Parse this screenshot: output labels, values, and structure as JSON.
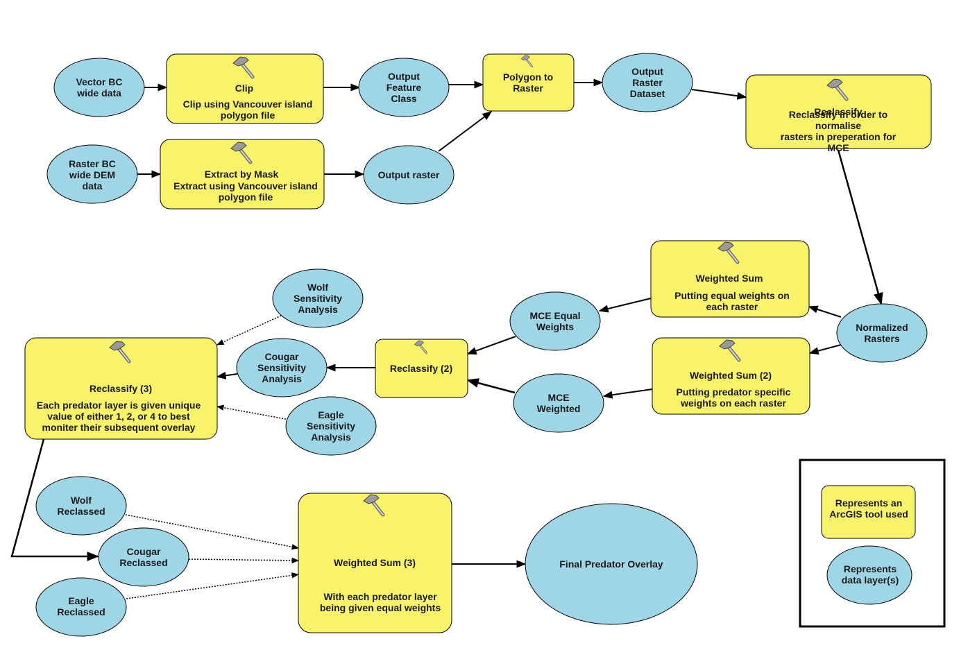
{
  "colors": {
    "tool_fill": "#f9f36a",
    "data_fill": "#9fd6e6",
    "stroke": "#000000"
  },
  "tool_icon": "hammer-icon",
  "data_nodes": {
    "vector_bc": "Vector BC\nwide data",
    "raster_bc": "Raster BC\nwide DEM\ndata",
    "output_feature_class": "Output\nFeature\nClass",
    "output_raster": "Output raster",
    "output_raster_dataset": "Output\nRaster\nDataset",
    "normalized_rasters": "Normalized\nRasters",
    "mce_equal_weights": "MCE Equal\nWeights",
    "mce_weighted": "MCE\nWeighted",
    "wolf_sensitivity": "Wolf\nSensitivity\nAnalysis",
    "cougar_sensitivity": "Cougar\nSensitivity\nAnalysis",
    "eagle_sensitivity": "Eagle\nSensitivity\nAnalysis",
    "wolf_reclassed": "Wolf\nReclassed",
    "cougar_reclassed": "Cougar\nReclassed",
    "eagle_reclassed": "Eagle\nReclassed",
    "final_overlay": "Final Predator Overlay"
  },
  "tool_nodes": {
    "clip": {
      "title": "Clip",
      "desc": "Clip using Vancouver island\npolygon file"
    },
    "extract_by_mask": {
      "title": "Extract by Mask",
      "desc": "Extract using Vancouver island\npolygon file"
    },
    "polygon_to_raster": {
      "title": "Polygon to\nRaster",
      "desc": ""
    },
    "reclassify": {
      "title": "Reclassify",
      "desc": "Reclassify in order to normalise\nrasters in preperation for MCE"
    },
    "weighted_sum": {
      "title": "Weighted Sum",
      "desc": "Putting equal weights on\neach raster"
    },
    "weighted_sum_2": {
      "title": "Weighted Sum (2)",
      "desc": "Putting predator specific\nweights on each raster"
    },
    "reclassify_2": {
      "title": "Reclassify (2)",
      "desc": ""
    },
    "reclassify_3": {
      "title": "Reclassify (3)",
      "desc": "Each predator layer is given unique\nvalue of either 1, 2, or 4 to best\nmoniter their subsequent overlay"
    },
    "weighted_sum_3": {
      "title": "Weighted Sum (3)",
      "desc": "With each predator layer\nbeing given equal weights"
    }
  },
  "legend": {
    "tool_label": "Represents an\nArcGIS tool used",
    "data_label": "Represents\ndata layer(s)"
  }
}
